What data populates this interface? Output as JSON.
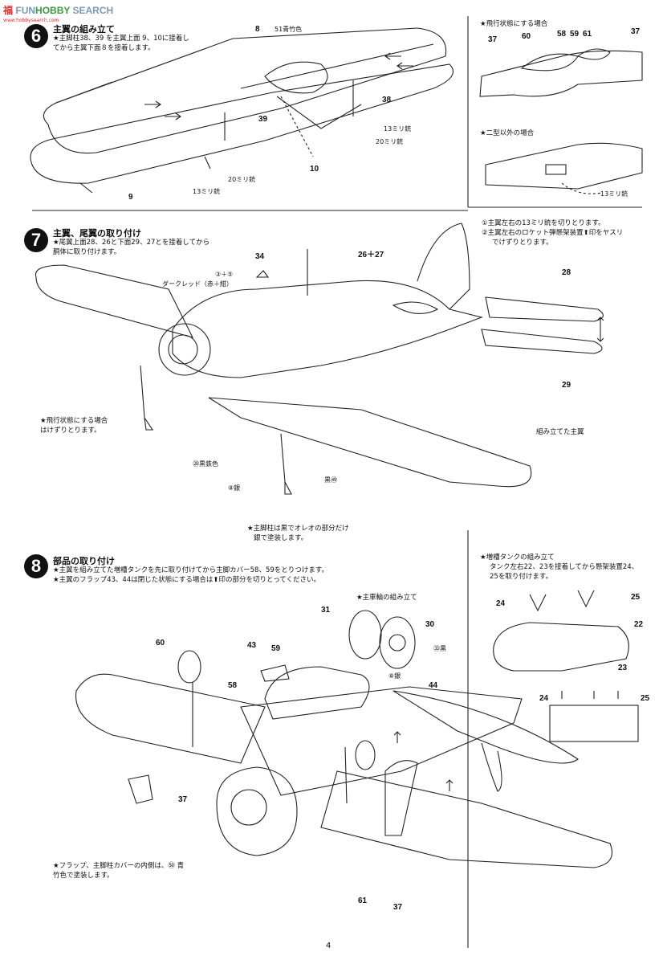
{
  "watermark": {
    "part1": "FUN",
    "part2": "HOBBY",
    "part3": " SEARCH",
    "logo_text": "福",
    "logo_sub": "www.hobbysearch.com"
  },
  "page_number": "4",
  "step6": {
    "number": "6",
    "title": "主翼の組み立て",
    "note1": "★主脚柱38、39 を主翼上面 9、10に接着し",
    "note2": "てから主翼下面８を接着します。",
    "labels": {
      "p8": "8",
      "c51": "51青竹色",
      "p38": "38",
      "p39": "39",
      "p9": "9",
      "p10": "10",
      "gun13a": "13ミリ銃",
      "gun20a": "20ミリ銃",
      "gun20b": "20ミリ銃",
      "gun13b": "13ミリ銃"
    }
  },
  "flight": {
    "title": "★飛行状態にする場合",
    "labels": {
      "p37a": "37",
      "p60": "60",
      "p58": "58",
      "p59": "59",
      "p61": "61",
      "p37b": "37"
    },
    "type2_title": "★二型以外の場合",
    "gun13": "13ミリ銃",
    "note1": "①主翼左右の13ミリ銃を切りとります。",
    "note2": "②主翼左右のロケット弾懸架装置⬆印をヤスリ",
    "note3": "でけずりとります。"
  },
  "step7": {
    "number": "7",
    "title": "主翼、尾翼の取り付け",
    "note1": "★尾翼上面28、26と下面29、27とを接着してから",
    "note2": "胴体に取り付けます。",
    "labels": {
      "p34": "34",
      "p2627": "26＋27",
      "p28": "28",
      "p29": "29",
      "paint35": "③＋⑤",
      "darkred": "ダークレッド（赤＋紺）",
      "flight1": "★飛行状態にする場合",
      "flight2": "はけずりとります。",
      "wing": "組み立てた主翼",
      "kurotetsu": "㉘黒鉄色",
      "kuro": "黒㊾",
      "gin": "⑧銀",
      "oleo1": "★主脚柱は黒でオレオの部分だけ",
      "oleo2": "銀で塗装します。"
    }
  },
  "step8": {
    "number": "8",
    "title": "部品の取り付け",
    "note1": "★主翼を組み立てた増槽タンクを先に取り付けてから主脚カバー58、59をとりつけます。",
    "note2": "★主翼のフラップ43、44は閉じた状態にする場合は⬆印の部分を切りとってください。",
    "labels": {
      "wheel_title": "★主車輪の組み立て",
      "p31": "31",
      "p30": "30",
      "c33": "㉝黒",
      "gin8": "⑧銀",
      "p60": "60",
      "p43": "43",
      "p59": "59",
      "p58": "58",
      "p44": "44",
      "p37": "37",
      "p61": "61",
      "p37b": "37"
    },
    "bottom1": "★フラップ、主脚柱カバーの内側は、㊿ 青",
    "bottom2": "竹色で塗装します。"
  },
  "droptank": {
    "title": "★増槽タンクの組み立て",
    "note1": "タンク左右22、23を接着してから懸架装置24、",
    "note2": "25を取り付けます。",
    "labels": {
      "p24": "24",
      "p25": "25",
      "p22": "22",
      "p23": "23",
      "p24b": "24",
      "p25b": "25"
    }
  }
}
